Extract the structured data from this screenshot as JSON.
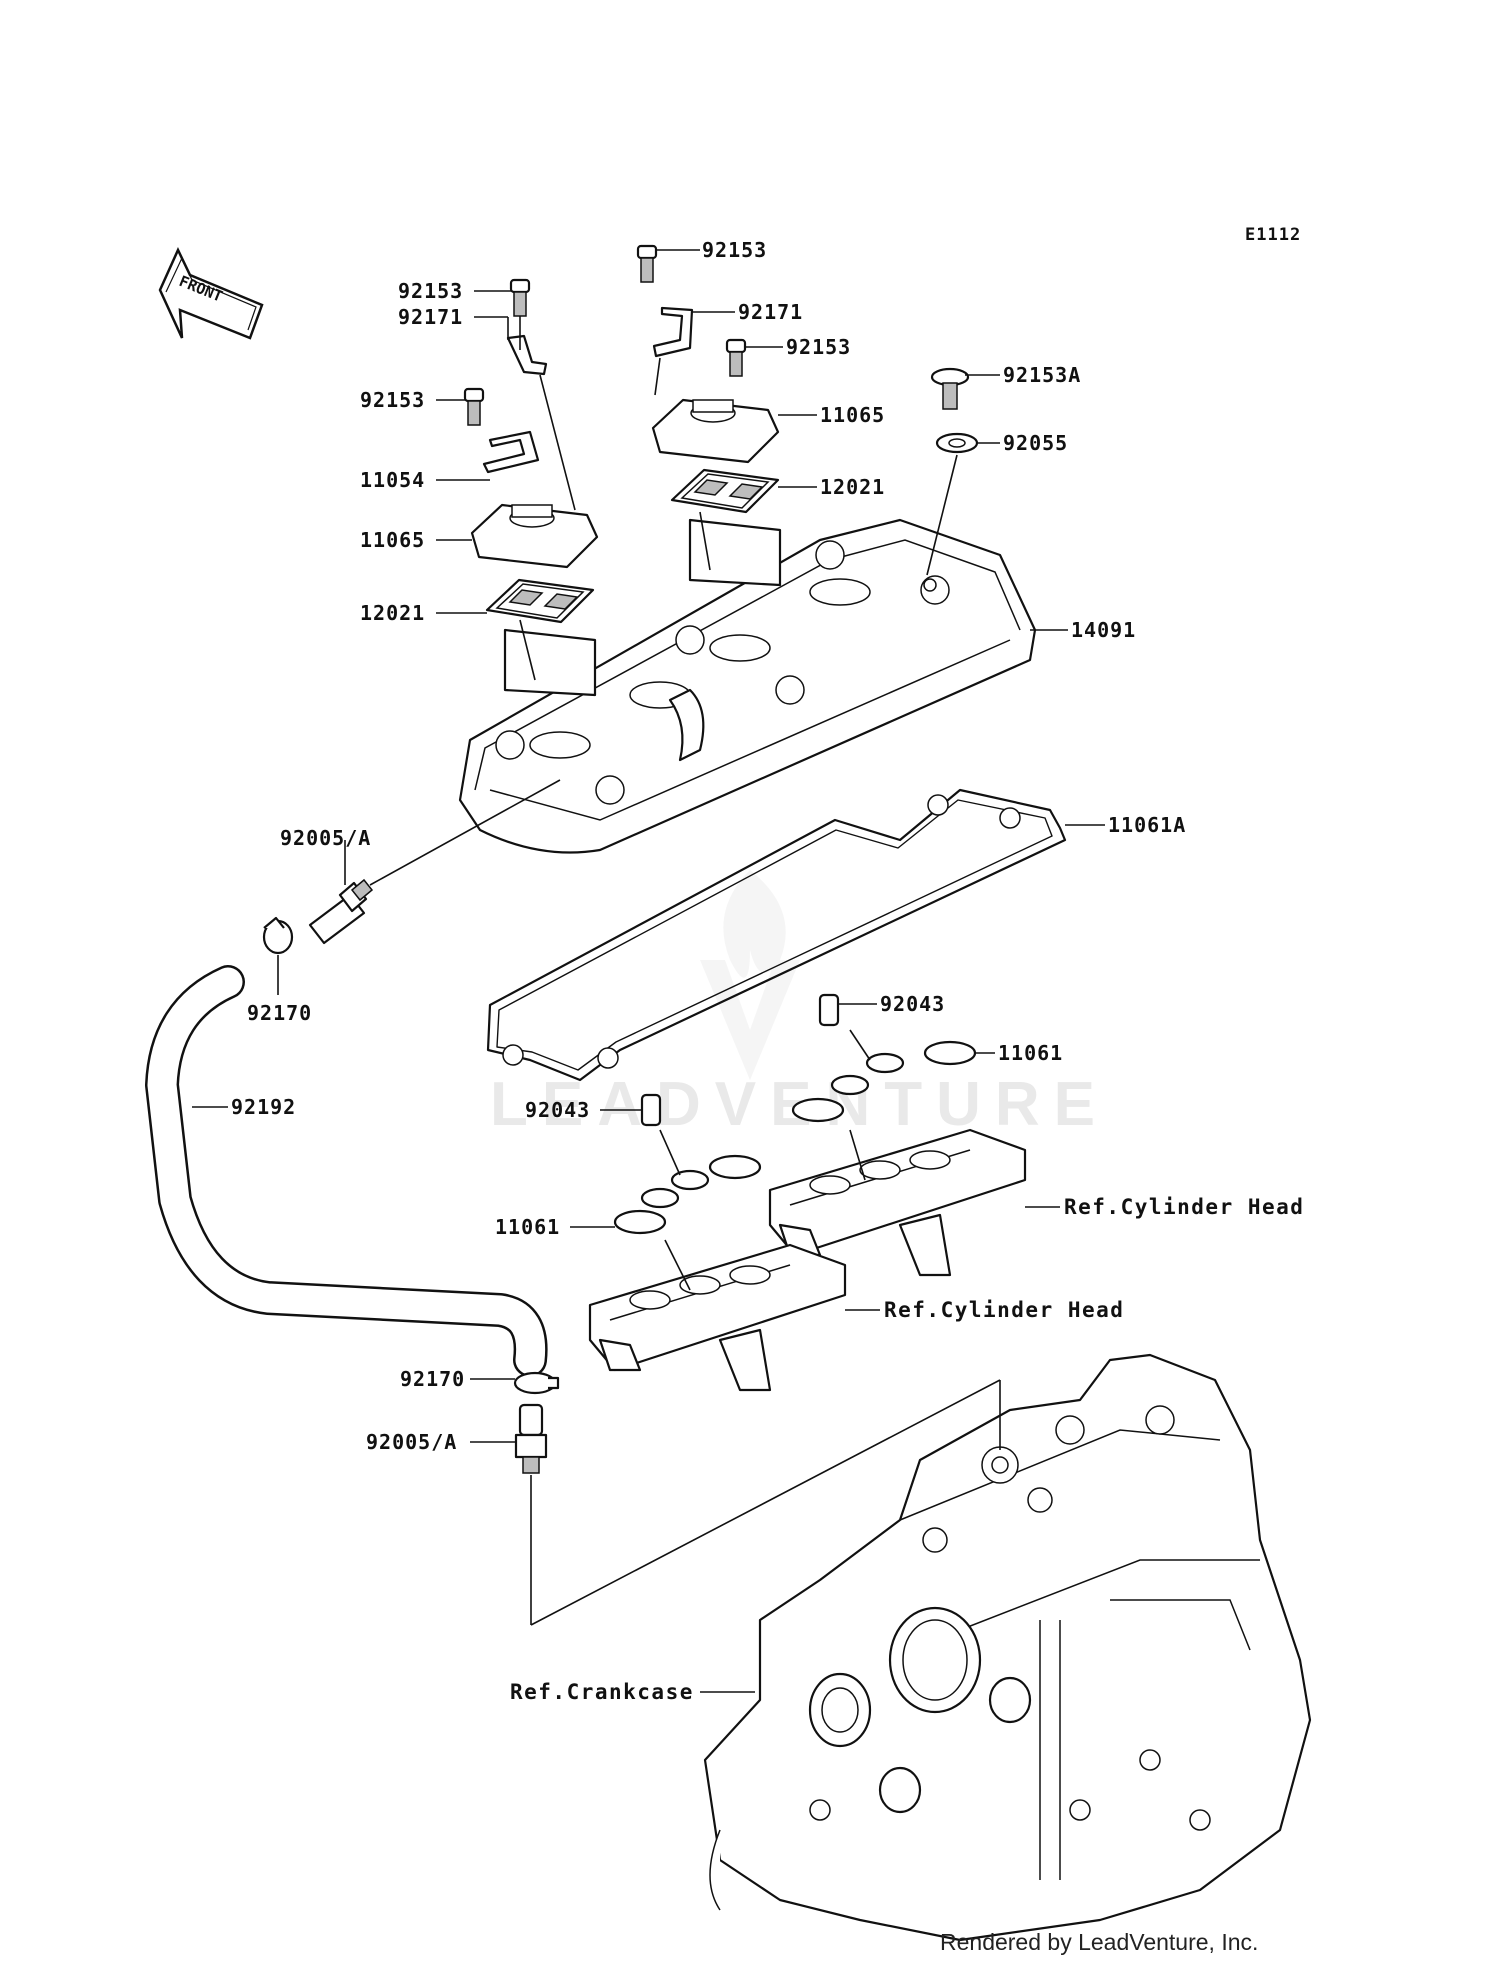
{
  "diagram_code": "E1112",
  "front_label": "FRONT",
  "watermark": "LEADVENTURE",
  "credit": "Rendered by LeadVenture, Inc.",
  "labels": {
    "p92153_a": "92153",
    "p92171_a": "92171",
    "p92153_b": "92153",
    "p11054": "11054",
    "p11065_a": "11065",
    "p12021_a": "12021",
    "p92153_c": "92153",
    "p92171_b": "92171",
    "p92153_d": "92153",
    "p11065_b": "11065",
    "p12021_b": "12021",
    "p92153A": "92153A",
    "p92055": "92055",
    "p14091": "14091",
    "p11061A": "11061A",
    "p92005_a": "92005/A",
    "p92170_a": "92170",
    "p92192": "92192",
    "p92043_a": "92043",
    "p11061_a": "11061",
    "p92043_b": "92043",
    "p11061_b": "11061",
    "p92170_b": "92170",
    "p92005_b": "92005/A"
  },
  "refs": {
    "cyl_head_a": "Ref.Cylinder Head",
    "cyl_head_b": "Ref.Cylinder Head",
    "crankcase": "Ref.Crankcase"
  }
}
